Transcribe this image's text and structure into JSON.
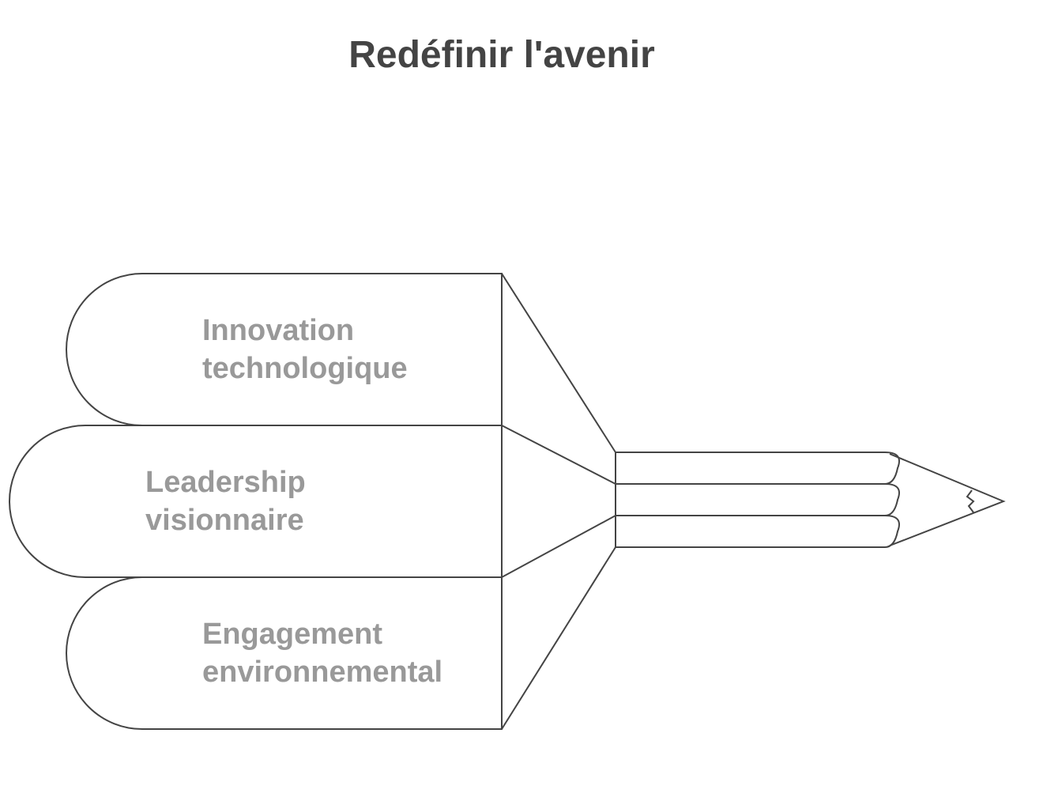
{
  "title": "Redéfinir l'avenir",
  "colors": {
    "stroke": "#444444",
    "title": "#444444",
    "label": "#999999",
    "background": "#ffffff"
  },
  "items": [
    {
      "line1": "Innovation",
      "line2": "technologique"
    },
    {
      "line1": "Leadership",
      "line2": "visionnaire"
    },
    {
      "line1": "Engagement",
      "line2": "environnemental"
    }
  ]
}
